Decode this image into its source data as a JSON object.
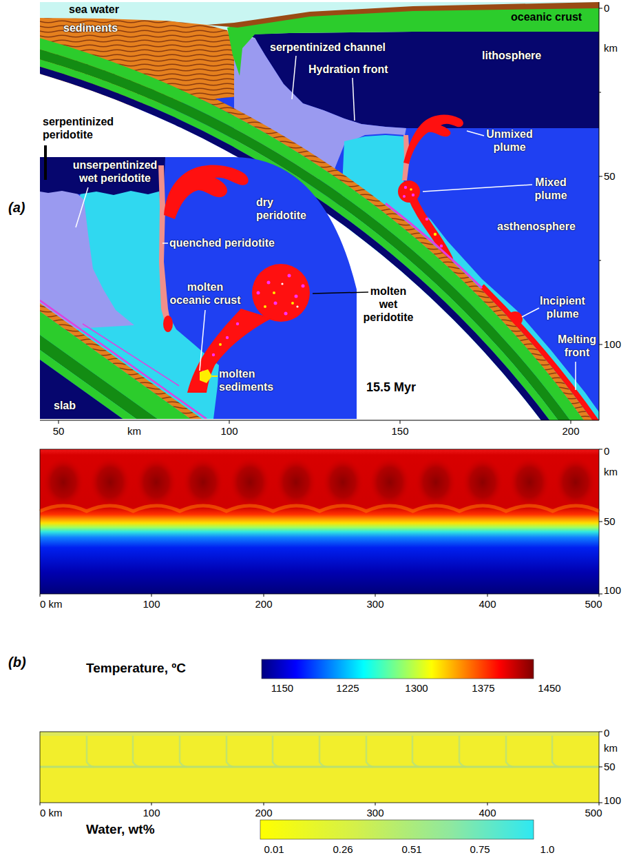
{
  "diagram": {
    "labels": [
      "(a)",
      "sea water",
      "oceanic crust",
      "sediments",
      "serpentinized channel",
      "Hydration front",
      "lithosphere",
      "serpentinized peridotite",
      "unserpentinized wet peridotite",
      "dry peridotite",
      "quenched peridotite",
      "Unmixed plume",
      "Mixed plume",
      "asthenosphere",
      "molten oceanic crust",
      "molten wet peridotite",
      "molten sediments",
      "15.5 Myr",
      "slab",
      "Incipient plume",
      "Melting front",
      "0",
      "km",
      "50",
      "100",
      "50",
      "km",
      "100",
      "150",
      "200",
      "(b)",
      "0",
      "km",
      "50",
      "100",
      "0 km",
      "100",
      "200",
      "300",
      "400",
      "500",
      "Temperature, ºC",
      "1150",
      "1225",
      "1300",
      "1375",
      "1450",
      "0",
      "km",
      "50",
      "100",
      "0 km",
      "100",
      "200",
      "300",
      "400",
      "500",
      "Water, wt%",
      "0.01",
      "0.26",
      "0.51",
      "0.75",
      "1.0"
    ]
  }
}
